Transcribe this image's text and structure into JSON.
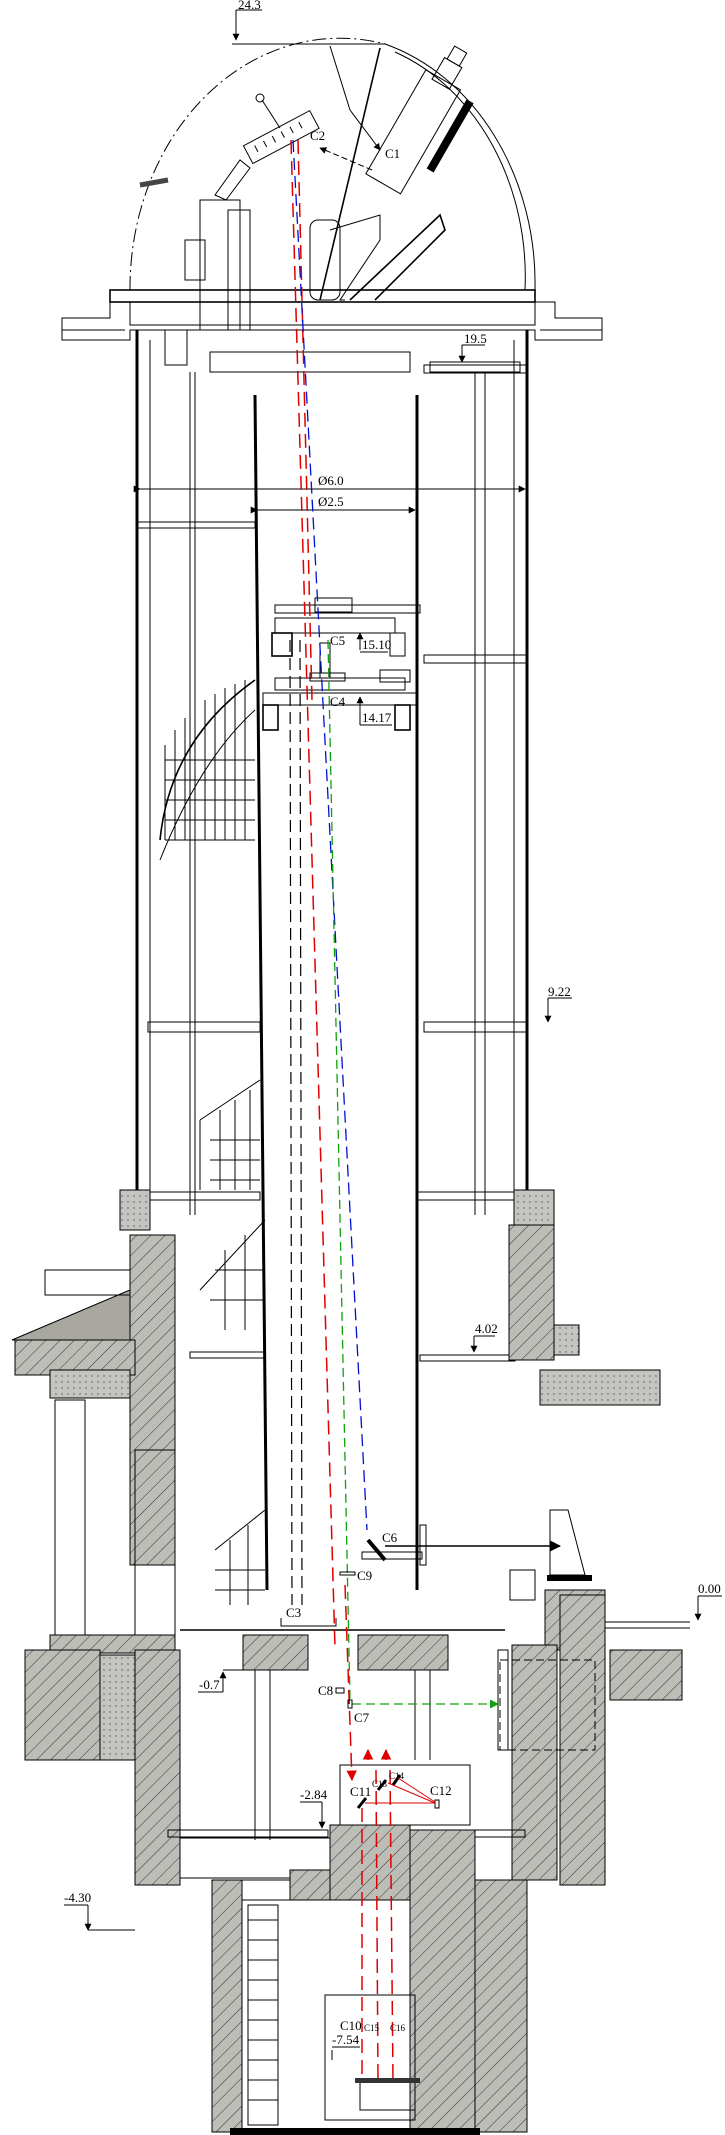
{
  "drawing": {
    "elevations": {
      "top": "24.3",
      "platform": "19.5",
      "c5_level": "15.10",
      "c4_level": "14.17",
      "mid": "9.22",
      "floor": "4.02",
      "ground": "0.00",
      "basement": "-0.7",
      "spectro_floor": "-2.84",
      "foundation": "-4.30",
      "pit_bottom": "-7.54"
    },
    "diameters": {
      "outer": "Ø6.0",
      "inner": "Ø2.5"
    },
    "components": {
      "c1": "C1",
      "c2": "C2",
      "c3": "C3",
      "c4": "C4",
      "c5": "C5",
      "c6": "C6",
      "c7": "C7",
      "c8": "C8",
      "c9": "C9",
      "c10": "C10",
      "c11": "C11",
      "c12": "C12",
      "c13": "C13",
      "c14": "C14",
      "c15": "C15",
      "c16": "C16"
    },
    "colors": {
      "beam_red": "#e00000",
      "beam_blue": "#0010d0",
      "beam_green": "#10a010",
      "concrete": "#b8b8b4"
    }
  }
}
